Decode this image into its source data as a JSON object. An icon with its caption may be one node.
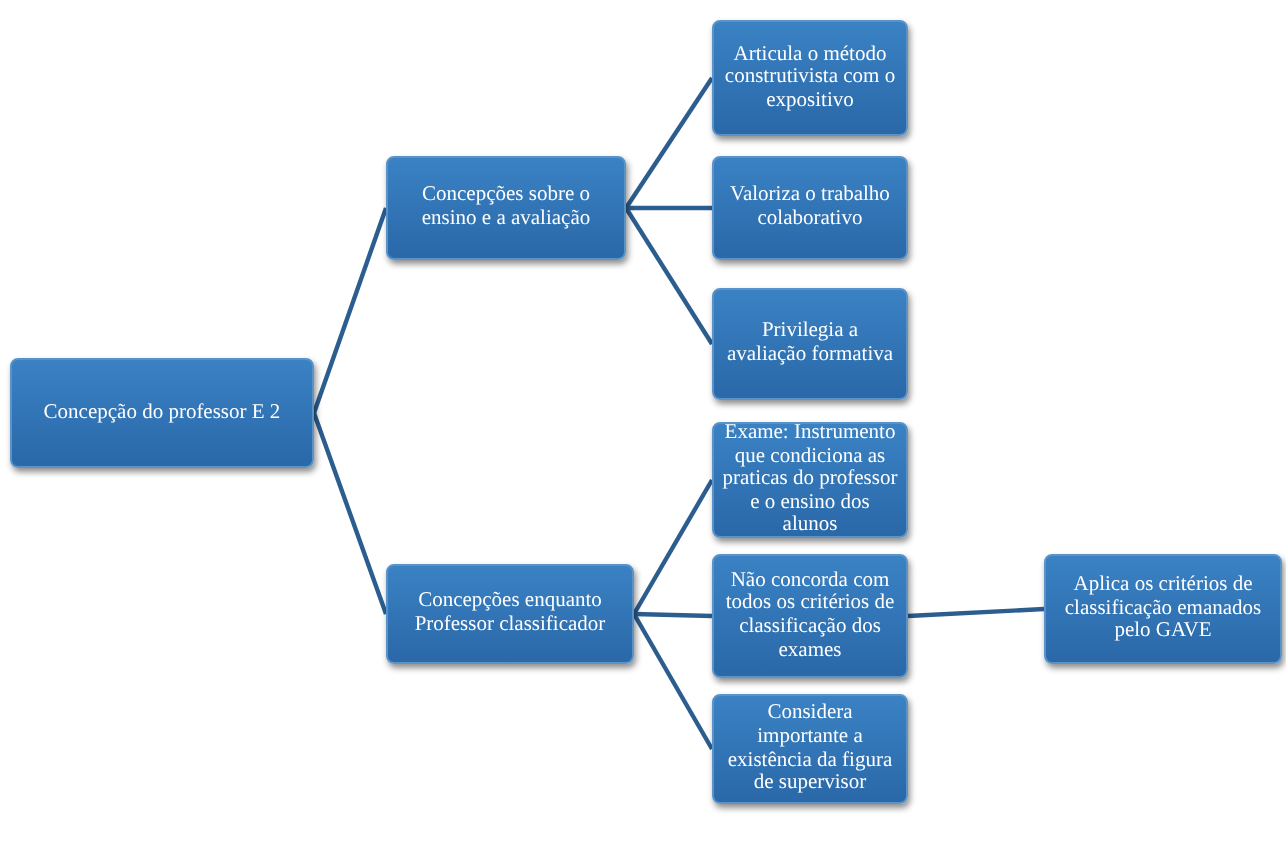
{
  "diagram": {
    "nodes": [
      {
        "text": [
          "Concepção do professor E 2"
        ]
      },
      {
        "text": [
          "Concepções sobre o ensino e a avaliação"
        ]
      },
      {
        "text": [
          "Concepções enquanto Professor classificador"
        ]
      },
      {
        "text": [
          "Articula o método construtivista com o expositivo"
        ]
      },
      {
        "text": [
          "Valoriza o trabalho colaborativo"
        ]
      },
      {
        "text": [
          "Privilegia a avaliação formativa"
        ]
      },
      {
        "text": [
          "Exame: Instrumento que condiciona as praticas do professor e o ensino dos alunos"
        ]
      },
      {
        "text": [
          "Não concorda com todos os critérios de classificação dos exames"
        ]
      },
      {
        "text": [
          "Considera importante a existência da figura de supervisor"
        ]
      },
      {
        "text": [
          "Aplica os critérios de classificação emanados pelo GAVE"
        ]
      }
    ],
    "edges": [
      {
        "from": 0,
        "to": 1,
        "arrow": "none"
      },
      {
        "from": 0,
        "to": 2,
        "arrow": "none"
      },
      {
        "from": 1,
        "to": 3,
        "arrow": "none"
      },
      {
        "from": 1,
        "to": 4,
        "arrow": "none"
      },
      {
        "from": 1,
        "to": 5,
        "arrow": "none"
      },
      {
        "from": 2,
        "to": 6,
        "arrow": "none"
      },
      {
        "from": 2,
        "to": 7,
        "arrow": "none"
      },
      {
        "from": 2,
        "to": 8,
        "arrow": "none"
      },
      {
        "from": 7,
        "to": 9,
        "arrow": "none"
      }
    ]
  }
}
